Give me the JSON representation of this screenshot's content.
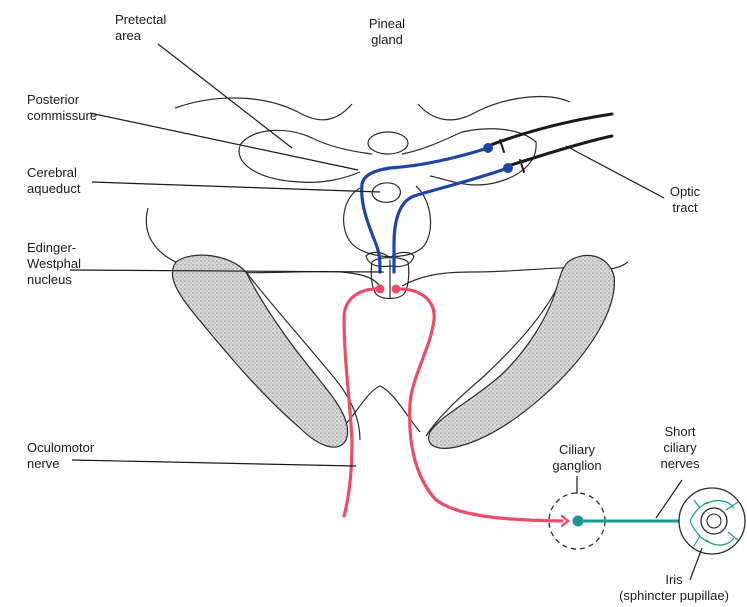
{
  "labels": {
    "pretectal_area": [
      "Pretectal",
      "area"
    ],
    "pineal_gland": [
      "Pineal",
      "gland"
    ],
    "posterior_commissure": [
      "Posterior",
      "commissure"
    ],
    "cerebral_aqueduct": [
      "Cerebral",
      "aqueduct"
    ],
    "edinger_westphal_nucleus": [
      "Edinger-",
      "Westphal",
      "nucleus"
    ],
    "optic_tract": [
      "Optic",
      "tract"
    ],
    "oculomotor_nerve": [
      "Oculomotor",
      "nerve"
    ],
    "ciliary_ganglion": [
      "Ciliary",
      "ganglion"
    ],
    "short_ciliary_nerves": [
      "Short",
      "ciliary",
      "nerves"
    ],
    "iris": [
      "Iris",
      "(sphincter pupillae)"
    ]
  },
  "colors": {
    "outline": "#2a2a2a",
    "pretectal_pathway": "#1f44a8",
    "parasympathetic_preganglionic": "#ef4a68",
    "parasympathetic_postganglionic": "#1a9a8e",
    "stipple": "#9a9a9a"
  }
}
